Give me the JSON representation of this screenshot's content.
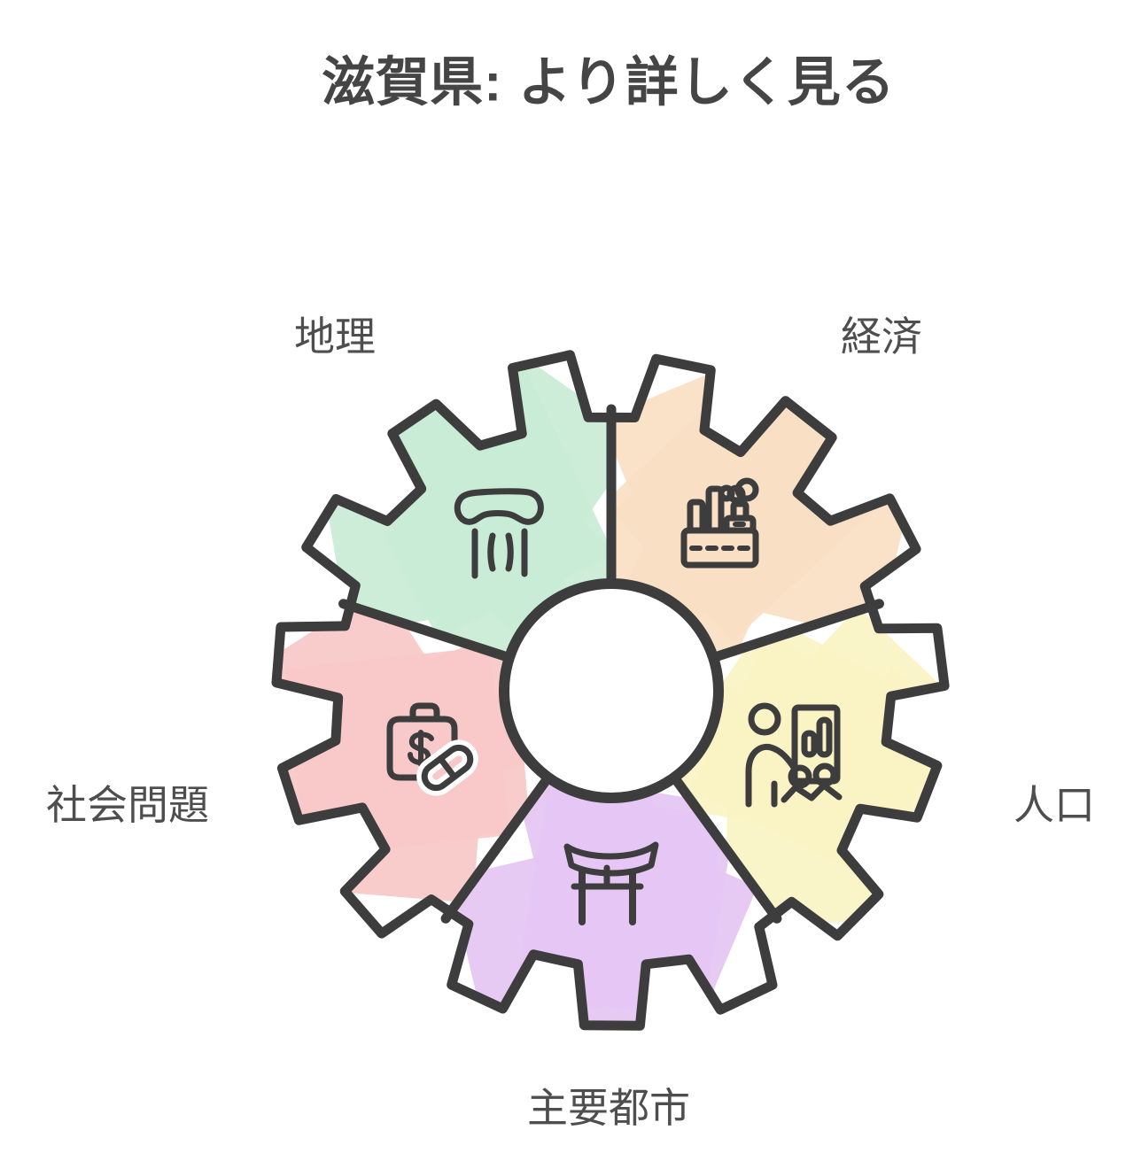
{
  "title": "滋賀県: より詳しく見る",
  "diagram": {
    "type": "gear-segments",
    "outline_color": "#3d3d3d",
    "background": "#ffffff",
    "segments": [
      {
        "id": "geography",
        "label": "地理",
        "color": "#c9ebd6",
        "icon": "greek-column-icon",
        "position": "top-left"
      },
      {
        "id": "economy",
        "label": "経済",
        "color": "#f8dfc3",
        "icon": "factory-icon",
        "position": "top-right"
      },
      {
        "id": "population",
        "label": "人口",
        "color": "#faf3c4",
        "icon": "demographics-presentation-icon",
        "position": "right"
      },
      {
        "id": "major-cities",
        "label": "主要都市",
        "color": "#e5c6f3",
        "icon": "torii-gate-icon",
        "position": "bottom"
      },
      {
        "id": "social-issues",
        "label": "社会問題",
        "color": "#f9c8c8",
        "icon": "briefcase-pill-icon",
        "position": "left"
      }
    ]
  }
}
